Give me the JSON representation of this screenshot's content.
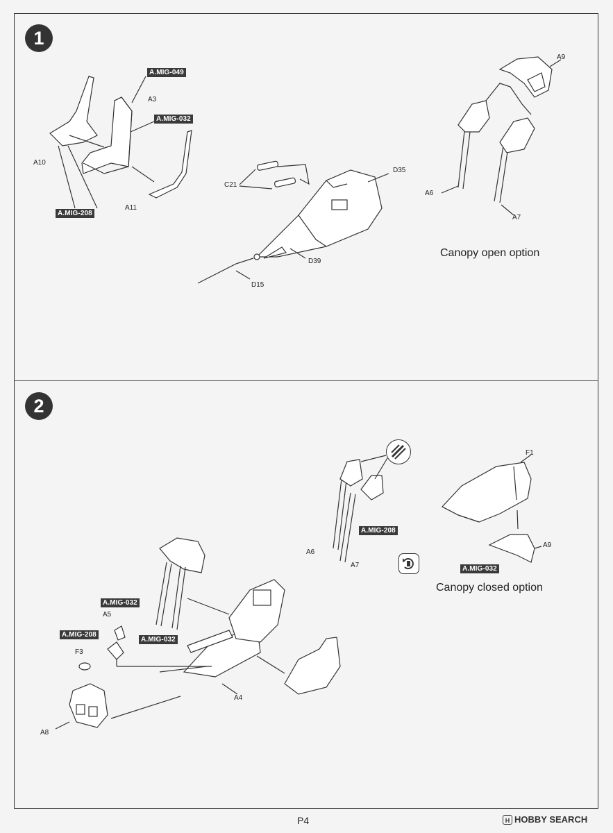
{
  "page": {
    "number": "P4"
  },
  "watermark": {
    "logo": "H",
    "text": "HOBBY SEARCH"
  },
  "steps": [
    {
      "number": "1",
      "paint_codes": [
        "A.MIG-049",
        "A.MIG-032",
        "A.MIG-208"
      ],
      "parts": [
        "A3",
        "A10",
        "A11",
        "C21",
        "D35",
        "D39",
        "D15",
        "A9",
        "A6",
        "A7"
      ],
      "caption": "Canopy open option"
    },
    {
      "number": "2",
      "paint_codes": [
        "A.MIG-208",
        "A.MIG-032",
        "A.MIG-032",
        "A.MIG-208",
        "A.MIG-032"
      ],
      "parts": [
        "F1",
        "A9",
        "A6",
        "A7",
        "A5",
        "F3",
        "A4",
        "A8"
      ],
      "caption": "Canopy closed option"
    }
  ]
}
